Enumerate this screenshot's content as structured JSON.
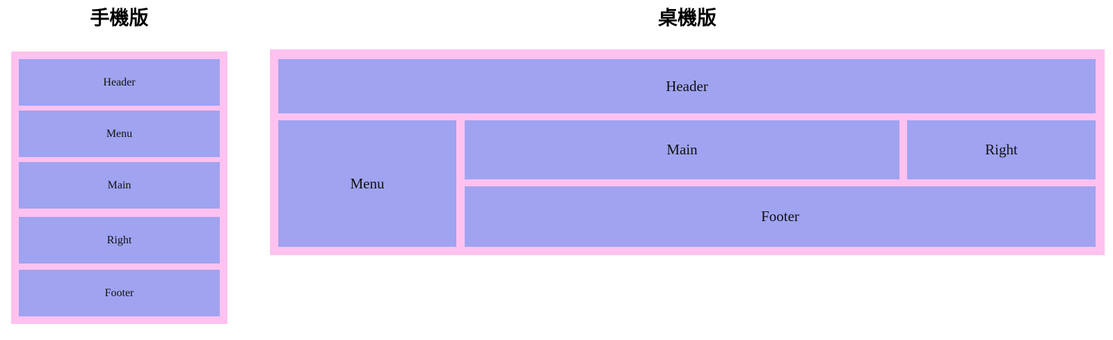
{
  "page": {
    "background_color": "#ffffff",
    "accent_border_color": "#ffc2f0",
    "accent_block_color": "#a0a3f0",
    "label_color": "#111111"
  },
  "sections": {
    "mobile": {
      "title": "手機版",
      "rows": [
        {
          "label": "Header"
        },
        {
          "label": "Menu"
        },
        {
          "label": "Main"
        },
        {
          "label": "Right"
        },
        {
          "label": "Footer"
        }
      ]
    },
    "desktop": {
      "title": "桌機版",
      "regions": {
        "header": {
          "label": "Header"
        },
        "menu": {
          "label": "Menu"
        },
        "main": {
          "label": "Main"
        },
        "right": {
          "label": "Right"
        },
        "footer": {
          "label": "Footer"
        }
      }
    }
  }
}
